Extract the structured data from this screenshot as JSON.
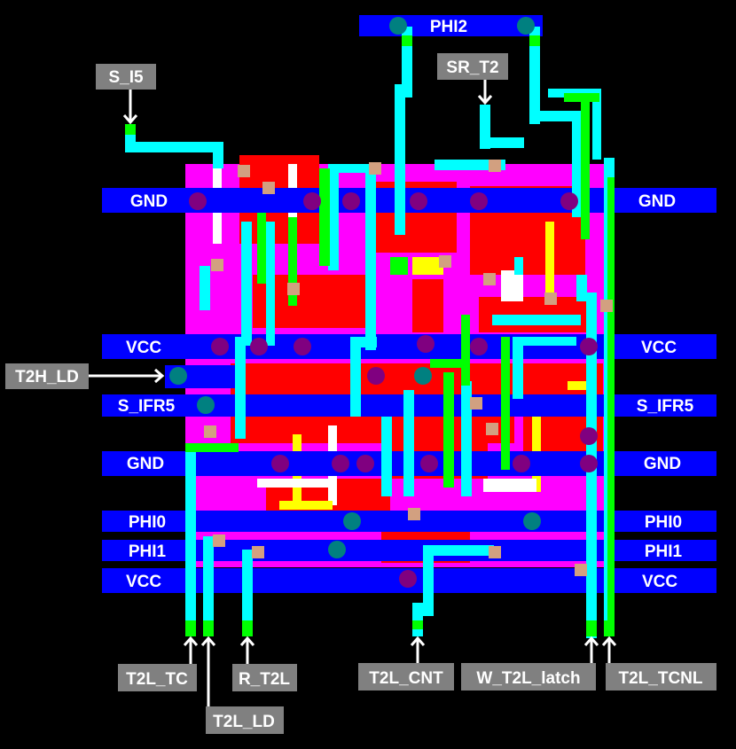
{
  "rails": {
    "gnd_top": "GND",
    "vcc_top": "VCC",
    "s_ifr5": "S_IFR5",
    "gnd_mid": "GND",
    "phi0": "PHI0",
    "phi1": "PHI1",
    "vcc_bottom": "VCC",
    "phi2": "PHI2"
  },
  "pins": {
    "s_i5": "S_I5",
    "sr_t2": "SR_T2",
    "t2h_ld": "T2H_LD",
    "t2l_tc": "T2L_TC",
    "t2l_ld": "T2L_LD",
    "r_t2l": "R_T2L",
    "t2l_cnt": "T2L_CNT",
    "w_t2l_latch": "W_T2L_latch",
    "t2l_tcnl": "T2L_TCNL"
  },
  "colors": {
    "metal1": "#0000ff",
    "diffusion": "#ff00ff",
    "poly": "#ff0000",
    "metal2": "#00ffff",
    "via": "#00ff00",
    "label_bg": "#808080"
  }
}
